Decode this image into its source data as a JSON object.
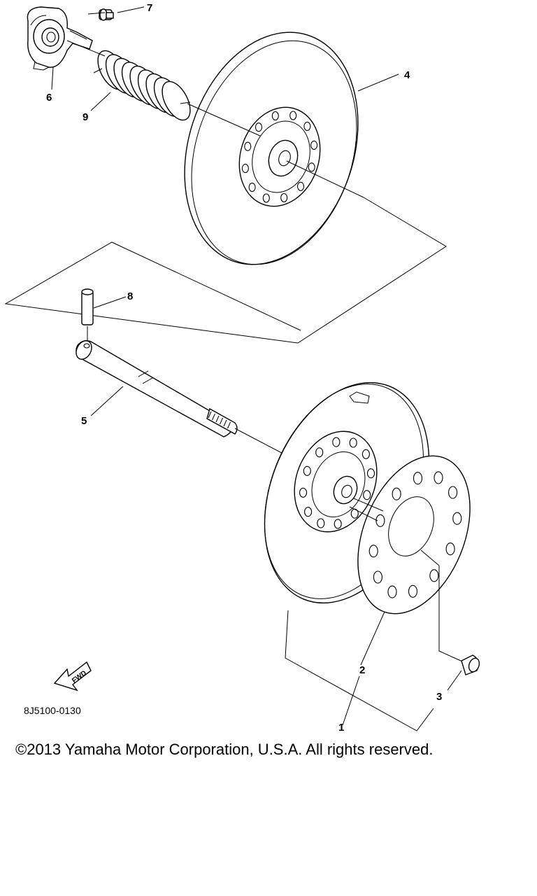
{
  "diagram": {
    "callouts": [
      {
        "id": "1",
        "label": "1"
      },
      {
        "id": "2",
        "label": "2"
      },
      {
        "id": "3",
        "label": "3"
      },
      {
        "id": "4",
        "label": "4"
      },
      {
        "id": "5",
        "label": "5"
      },
      {
        "id": "6",
        "label": "6"
      },
      {
        "id": "7",
        "label": "7"
      },
      {
        "id": "8",
        "label": "8"
      },
      {
        "id": "9",
        "label": "9"
      }
    ],
    "direction_arrow": "FWD",
    "drawing_code": "8J5100-0130"
  },
  "footer": {
    "copyright": "©2013 Yamaha Motor Corporation, U.S.A. All rights reserved."
  }
}
